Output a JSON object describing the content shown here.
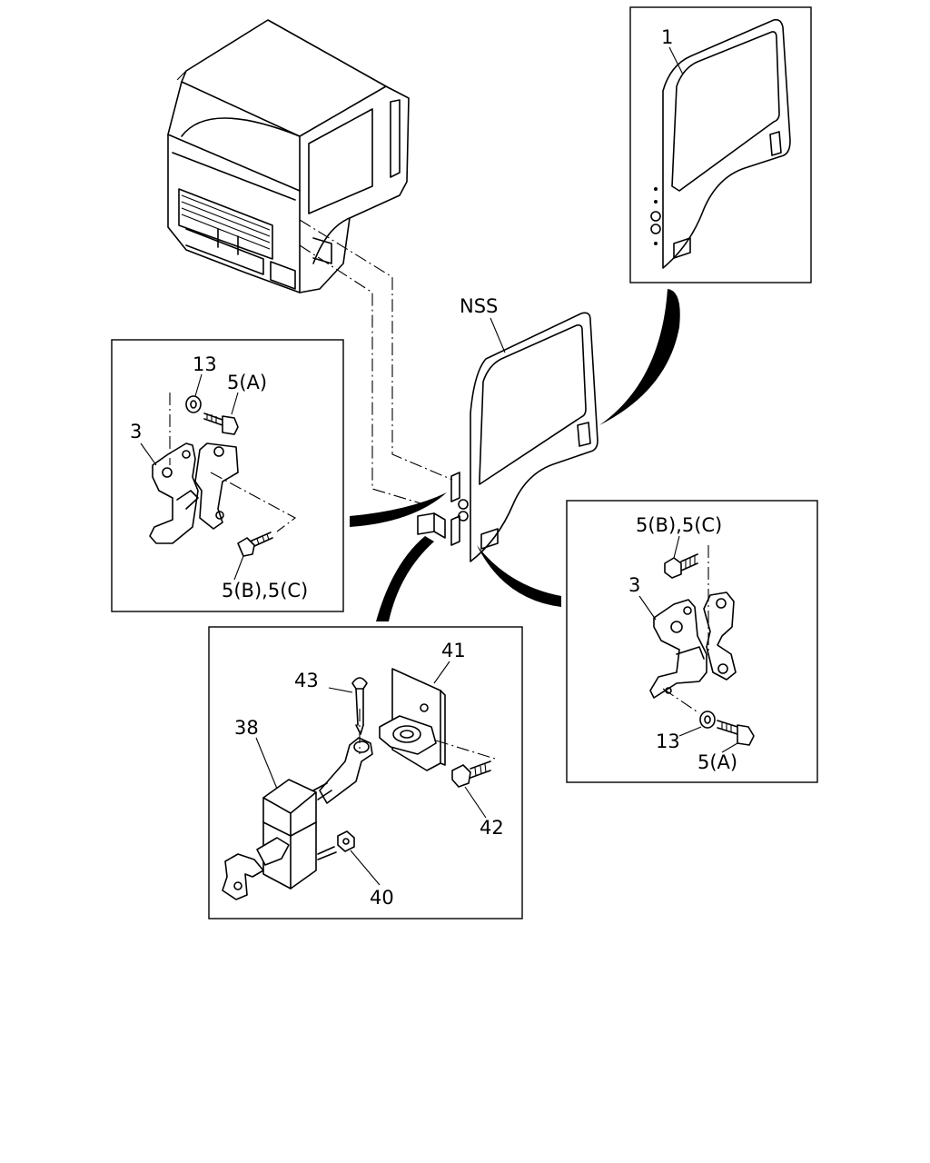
{
  "labels": {
    "door_panel_top": "1",
    "door_main": "NSS",
    "left_washer": "13",
    "left_bolt_a": "5(A)",
    "left_hinge": "3",
    "left_bolt_bc": "5(B),5(C)",
    "right_bolt_bc": "5(B),5(C)",
    "right_hinge": "3",
    "right_washer": "13",
    "right_bolt_a": "5(A)",
    "pin": "43",
    "bracket": "41",
    "checker": "38",
    "bracket_bolt": "42",
    "nut": "40"
  }
}
